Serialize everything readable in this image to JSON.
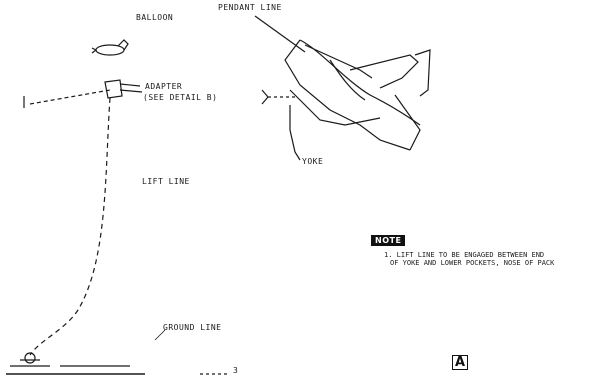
{
  "labels": {
    "balloon": "BALLOON",
    "pendant_line": "PENDANT LINE",
    "adapter": "ADAPTER",
    "adapter_sub": "(SEE DETAIL B)",
    "yoke": "YOKE",
    "lift_line": "LIFT LINE",
    "ground_line": "GROUND LINE",
    "ground_mark": "3"
  },
  "note": {
    "badge": "NOTE",
    "line1": "1. LIFT LINE TO BE ENGAGED BETWEEN END",
    "line2": "OF YOKE AND LOWER POCKETS, NOSE OF PACK"
  },
  "figure_letter": "A",
  "colors": {
    "ink": "#1a1a1a",
    "paper": "#ffffff"
  }
}
